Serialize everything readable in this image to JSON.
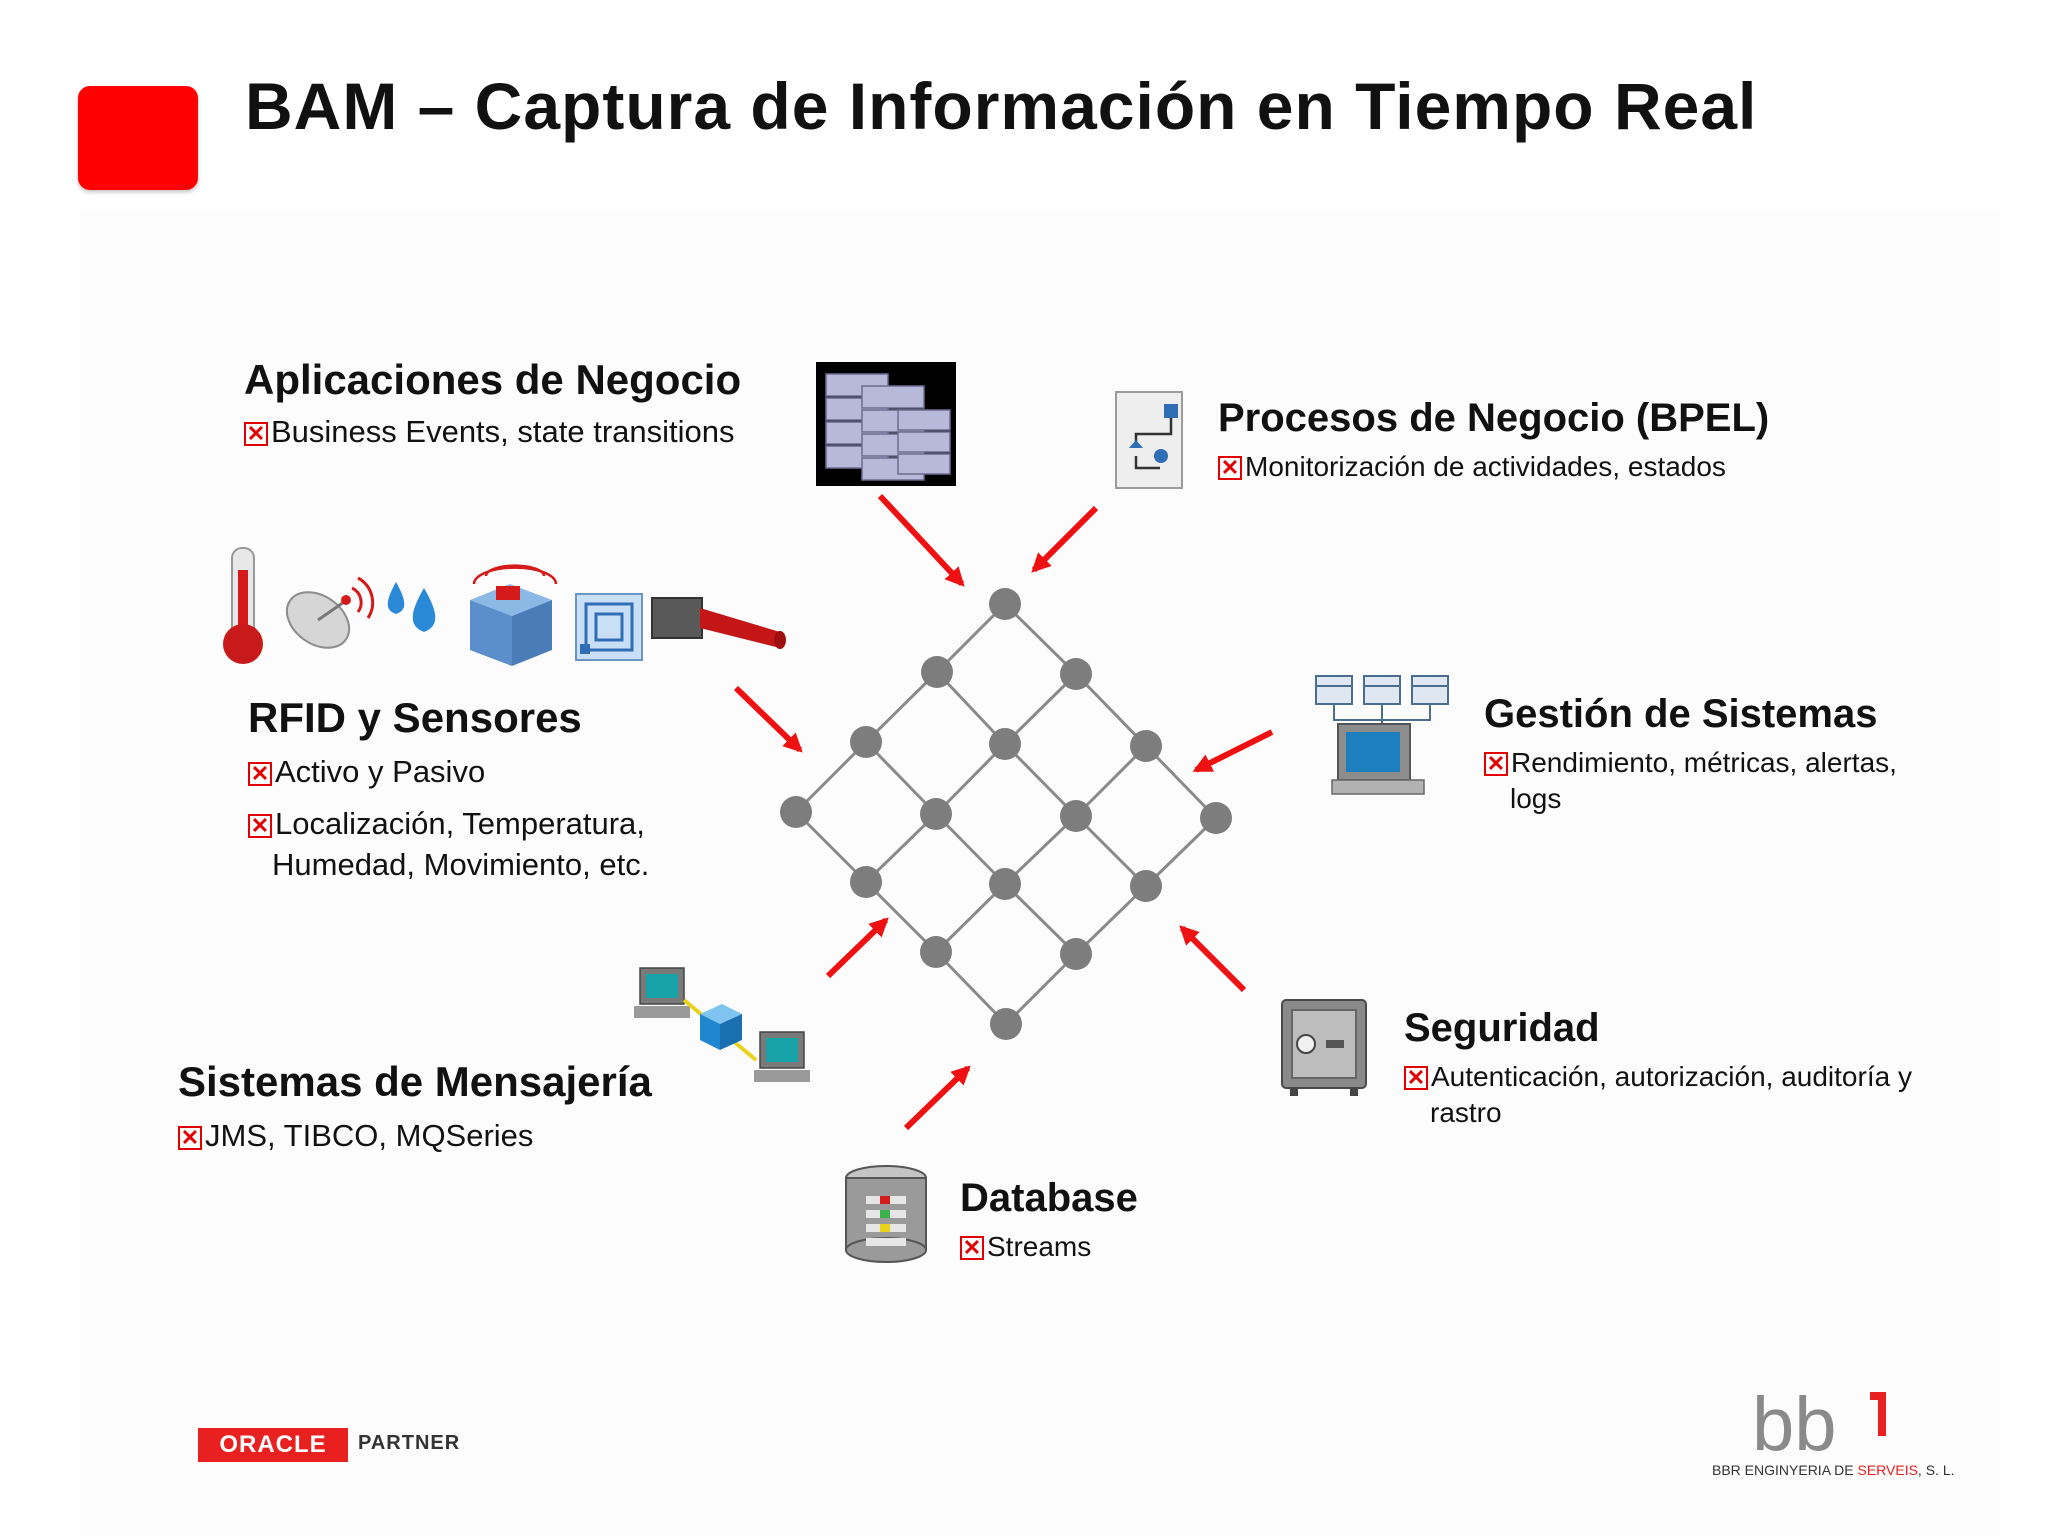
{
  "title": "BAM – Captura de Información en Tiempo Real",
  "blocks": {
    "aplicaciones": {
      "heading": "Aplicaciones de Negocio",
      "items": [
        "Business Events, state transitions"
      ]
    },
    "procesos": {
      "heading": "Procesos de Negocio (BPEL)",
      "items": [
        "Monitorización de actividades, estados"
      ]
    },
    "rfid": {
      "heading": "RFID y Sensores",
      "items": [
        "Activo y Pasivo",
        "Localización, Temperatura,",
        "Humedad, Movimiento, etc."
      ]
    },
    "gestion": {
      "heading": "Gestión de Sistemas",
      "items": [
        "Rendimiento, métricas, alertas,",
        "logs"
      ]
    },
    "mensajeria": {
      "heading": "Sistemas de Mensajería",
      "items": [
        "JMS, TIBCO, MQSeries"
      ]
    },
    "seguridad": {
      "heading": "Seguridad",
      "items": [
        "Autenticación, autorización, auditoría y",
        "rastro"
      ]
    },
    "database": {
      "heading": "Database",
      "items": [
        "Streams"
      ]
    }
  },
  "footer": {
    "oracle": "ORACLE",
    "partner": "PARTNER",
    "bb_logo": "bb",
    "bbr_prefix": "BBR ENGINYERIA DE ",
    "bbr_red": "SERVEIS",
    "bbr_suffix": ", S. L."
  },
  "colors": {
    "accent": "#ff0000",
    "node": "#7d7d7d",
    "edge": "#8a8a8a",
    "arrow": "#ee1111"
  },
  "icons": [
    "servers-icon",
    "process-icon",
    "thermometer-icon",
    "satellite-dish-icon",
    "water-drops-icon",
    "rfid-reader-icon",
    "rfid-tag-icon",
    "laser-scanner-icon",
    "systems-management-icon",
    "messaging-icon",
    "safe-icon",
    "database-icon"
  ]
}
